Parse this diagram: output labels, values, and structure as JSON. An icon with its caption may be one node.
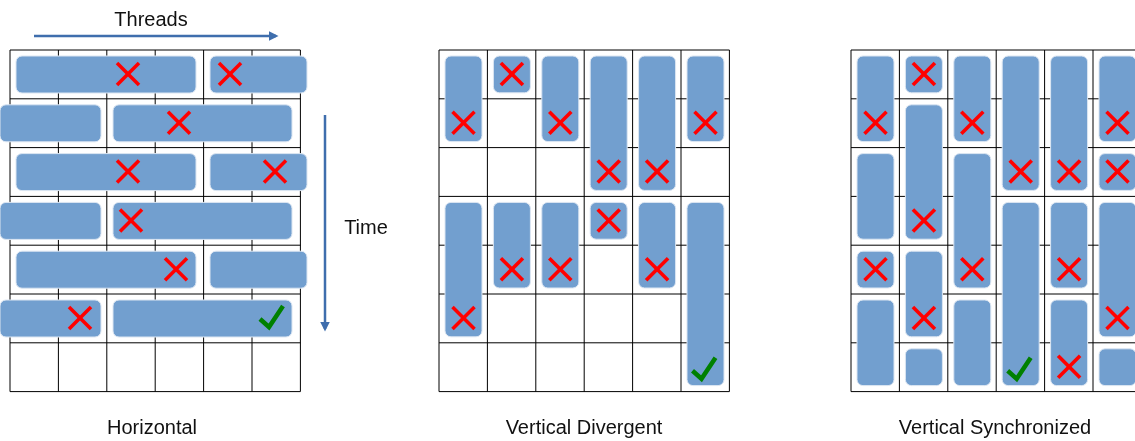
{
  "diagram": {
    "labels": [
      "Threads",
      "Time",
      "Horizontal",
      "Vertical Divergent",
      "Vertical Synchronized"
    ]
  }
}
